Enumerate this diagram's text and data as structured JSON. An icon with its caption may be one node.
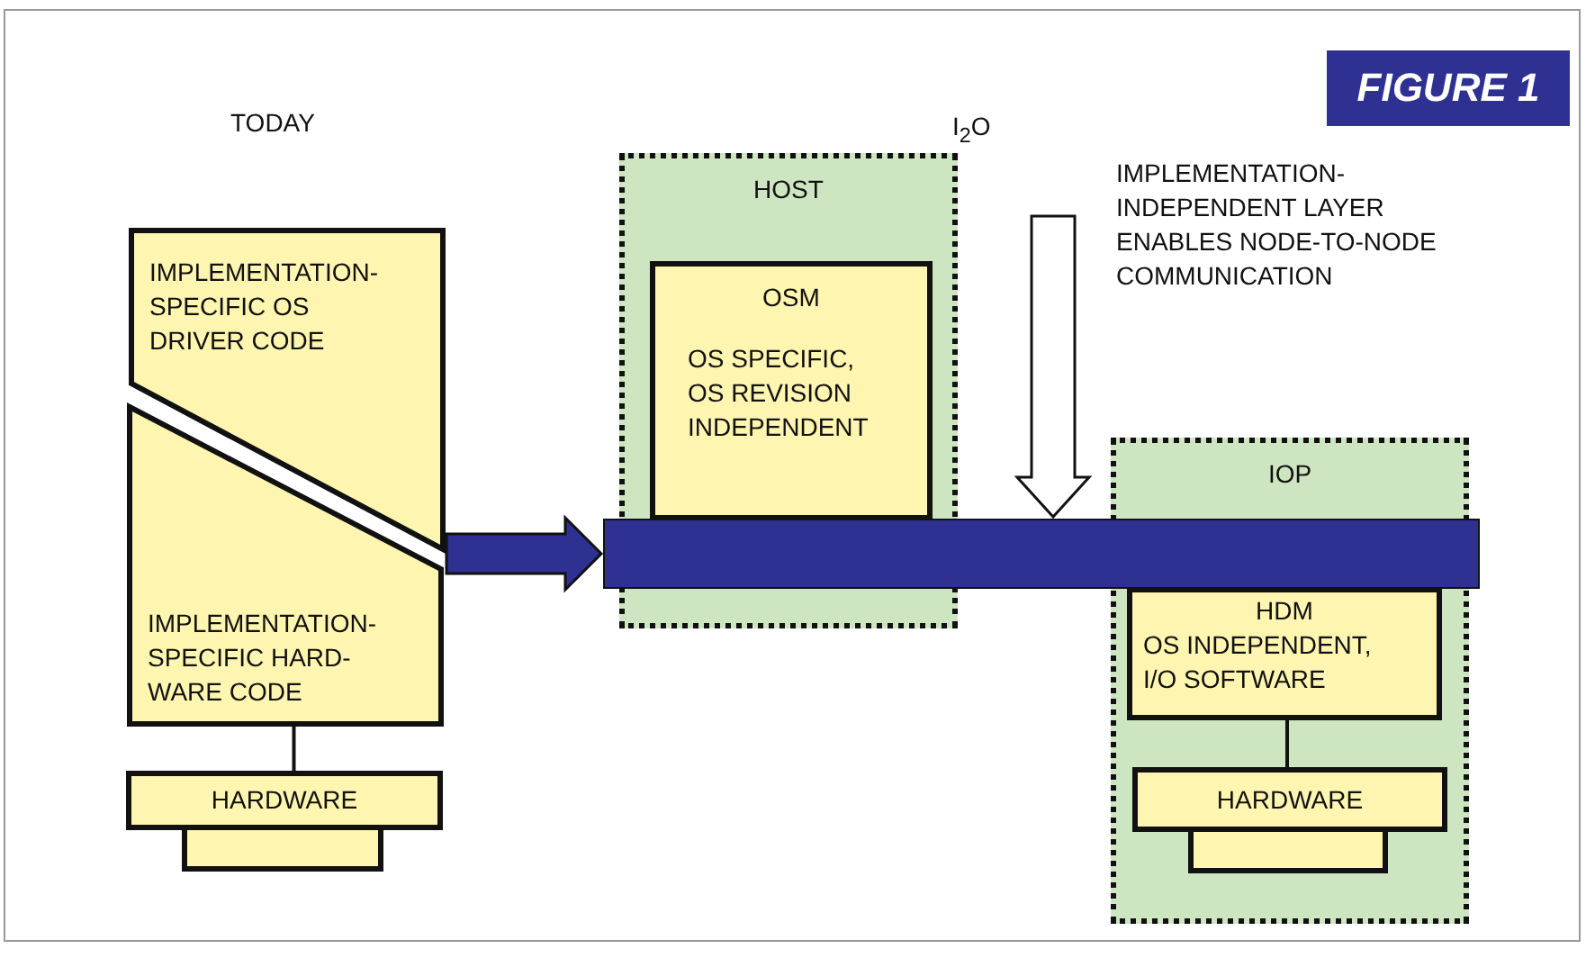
{
  "diagram": {
    "title": "FIGURE 1",
    "nodes": [
      {
        "text": [
          "IMPLEMENTATION- SPECIFIC OS DRIVER CODE"
        ]
      },
      {
        "text": [
          "IMPLEMENTATION- SPECIFIC HARD- WARE CODE"
        ]
      },
      {
        "text": [
          "HARDWARE"
        ]
      },
      {
        "text": [],
        "shape": "box"
      },
      {
        "text": [],
        "shape": "bar"
      },
      {
        "text": [
          "HOST"
        ]
      },
      {
        "text": [
          "OSM",
          "OS SPECIFIC, OS REVISION INDEPENDENT"
        ],
        "in": 5
      },
      {
        "text": [
          "IOP"
        ]
      },
      {
        "text": [
          "HDM",
          "OS INDEPENDENT, I/O SOFTWARE"
        ],
        "in": 7
      },
      {
        "text": [
          "HARDWARE"
        ],
        "in": 7
      },
      {
        "text": [],
        "shape": "box",
        "in": 7
      }
    ],
    "edges": [
      {
        "from": 1,
        "to": 2,
        "arrow": "none"
      },
      {
        "from": 1,
        "to": 4,
        "arrow": "to",
        "style": "thick",
        "color": "#2e3192"
      },
      {
        "from": null,
        "to": 4,
        "arrow": "to",
        "style": "thick"
      },
      {
        "from": 8,
        "to": 9,
        "arrow": "none"
      }
    ],
    "labels": [
      "TODAY",
      "I$_{2}$O",
      "IMPLEMENTATION- INDEPENDENT LAYER ENABLES NODE-TO-NODE COMMUNICATION"
    ]
  }
}
